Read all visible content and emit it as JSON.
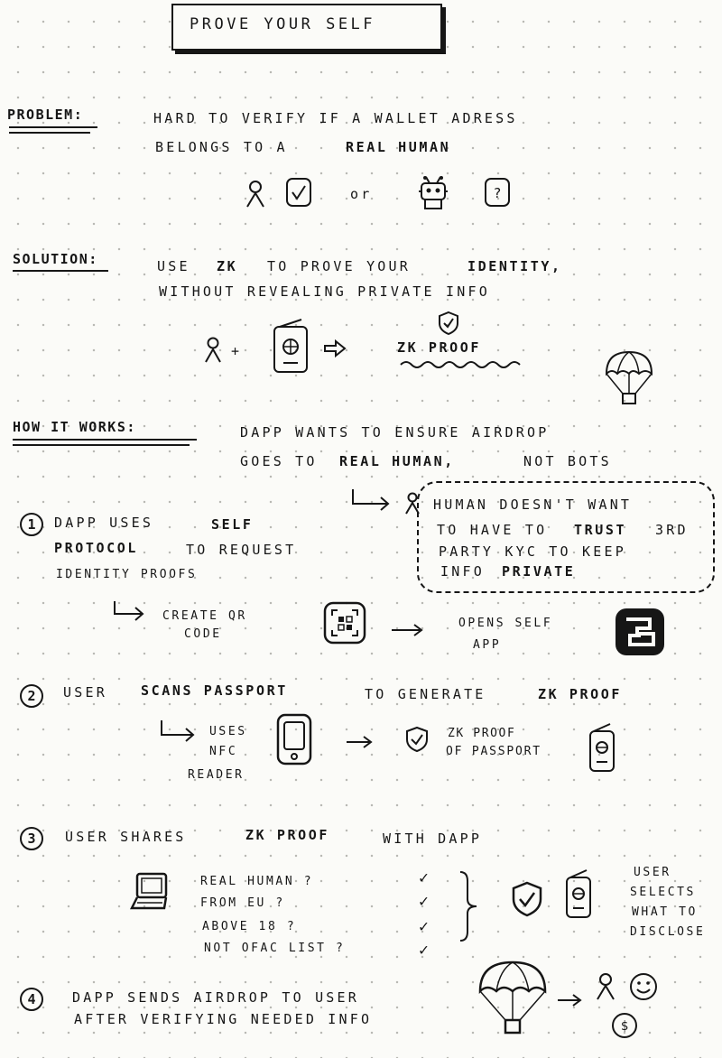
{
  "title": "PROVE YOUR SELF",
  "problem": {
    "label": "PROBLEM:",
    "line1": "HARD TO VERIFY IF A WALLET ADRESS",
    "line2a": "BELONGS TO A",
    "line2b": "REAL HUMAN",
    "or": "or"
  },
  "solution": {
    "label": "SOLUTION:",
    "line1a": "USE",
    "line1b": "ZK",
    "line1c": "TO PROVE YOUR",
    "line1d": "IDENTITY,",
    "line2": "WITHOUT REVEALING PRIVATE INFO",
    "zk_proof": "ZK PROOF"
  },
  "how": {
    "label": "HOW IT WORKS:",
    "line1": "DAPP WANTS TO ENSURE AIRDROP",
    "line2a": "GOES TO",
    "line2b": "REAL HUMAN,",
    "line2c": "NOT BOTS",
    "note1": "HUMAN DOESN'T WANT",
    "note2a": "TO HAVE TO",
    "note2b": "TRUST",
    "note2c": "3RD",
    "note3": "PARTY KYC TO KEEP",
    "note4a": "INFO",
    "note4b": "PRIVATE"
  },
  "step1": {
    "num": "1",
    "a1": "DAPP USES",
    "a2": "SELF",
    "b1": "PROTOCOL",
    "b2": "TO REQUEST",
    "c": "IDENTITY PROOFS",
    "qr1": "CREATE QR",
    "qr2": "CODE",
    "opens1": "OPENS SELF",
    "opens2": "APP"
  },
  "step2": {
    "num": "2",
    "a": "USER",
    "b": "SCANS PASSPORT",
    "c": "TO GENERATE",
    "d": "ZK PROOF",
    "uses1": "USES",
    "uses2": "NFC",
    "uses3": "READER",
    "zkp1": "ZK PROOF",
    "zkp2": "OF PASSPORT"
  },
  "step3": {
    "num": "3",
    "a": "USER SHARES",
    "b": "ZK PROOF",
    "c": "WITH DAPP",
    "checks": [
      "REAL HUMAN ?",
      "FROM EU ?",
      "ABOVE 18 ?",
      "NOT OFAC LIST ?"
    ],
    "sel1": "USER",
    "sel2": "SELECTS",
    "sel3": "WHAT TO",
    "sel4": "DISCLOSE"
  },
  "step4": {
    "num": "4",
    "line1": "DAPP SENDS AIRDROP TO USER",
    "line2": "AFTER VERIFYING NEEDED INFO"
  },
  "icons": {
    "check": "✓",
    "question": "?",
    "dollar": "$"
  }
}
